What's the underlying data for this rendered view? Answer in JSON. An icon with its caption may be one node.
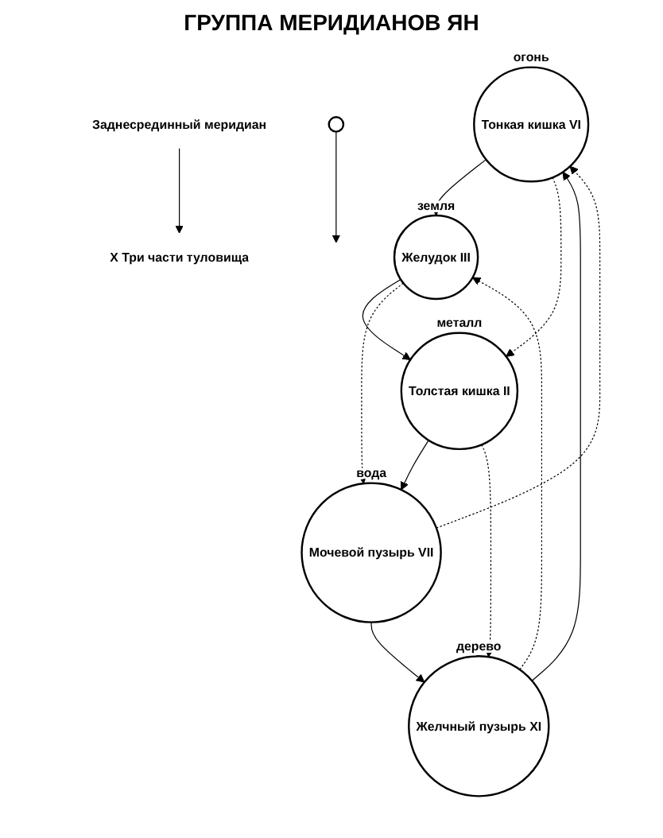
{
  "diagram": {
    "title": "ГРУППА МЕРИДИАНОВ ЯН",
    "nodes": [
      {
        "text": [
          "Тонкая кишка VI"
        ],
        "beside": [
          "огонь"
        ]
      },
      {
        "text": [
          "Желчный пузырь XI"
        ],
        "beside": [
          "дерево"
        ]
      },
      {
        "text": [
          "Желудок III"
        ],
        "beside": [
          "земля"
        ]
      },
      {
        "text": [
          "X Три части туловища"
        ]
      },
      {
        "text": [
          "Мочевой пузырь VII"
        ],
        "beside": [
          "вода"
        ]
      },
      {
        "text": [
          "Толстая кишка II"
        ],
        "beside": [
          "металл"
        ]
      },
      {
        "text": [
          "Заднесрединный меридиан"
        ]
      },
      {
        "text": [],
        "shape": "circle"
      }
    ],
    "edges": [
      {
        "from": 1,
        "to": 0,
        "arrow": "to"
      },
      {
        "from": 0,
        "to": 2,
        "arrow": "to"
      },
      {
        "from": 2,
        "to": 5,
        "arrow": "to"
      },
      {
        "from": 5,
        "to": 4,
        "arrow": "to"
      },
      {
        "from": 4,
        "to": 1,
        "arrow": "to"
      },
      {
        "from": 1,
        "to": 2,
        "arrow": "to",
        "style": "dashed"
      },
      {
        "from": 0,
        "to": 5,
        "arrow": "to",
        "style": "dashed"
      },
      {
        "from": 2,
        "to": 4,
        "arrow": "to",
        "style": "dashed"
      },
      {
        "from": 5,
        "to": 1,
        "arrow": "to",
        "style": "dashed"
      },
      {
        "from": 4,
        "to": 0,
        "arrow": "to",
        "style": "dashed"
      },
      {
        "from": 6,
        "to": 3,
        "arrow": "to"
      },
      {
        "from": 7,
        "to": null,
        "arrow": "to"
      }
    ]
  }
}
